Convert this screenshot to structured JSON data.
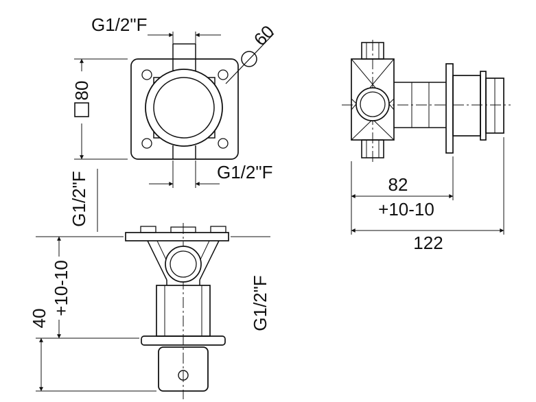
{
  "views": {
    "front": {
      "top_port": "G1/2\"F",
      "bottom_port": "G1/2\"F",
      "plate_size": "80",
      "diameter": "60"
    },
    "side": {
      "rough_in_depth": "82",
      "adjustment": "+10-10",
      "total_depth": "122"
    },
    "section": {
      "inlet_port": "G1/2\"F",
      "outlet_port": "G1/2\"F",
      "adjustment": "+10-10",
      "projection": "40"
    }
  }
}
